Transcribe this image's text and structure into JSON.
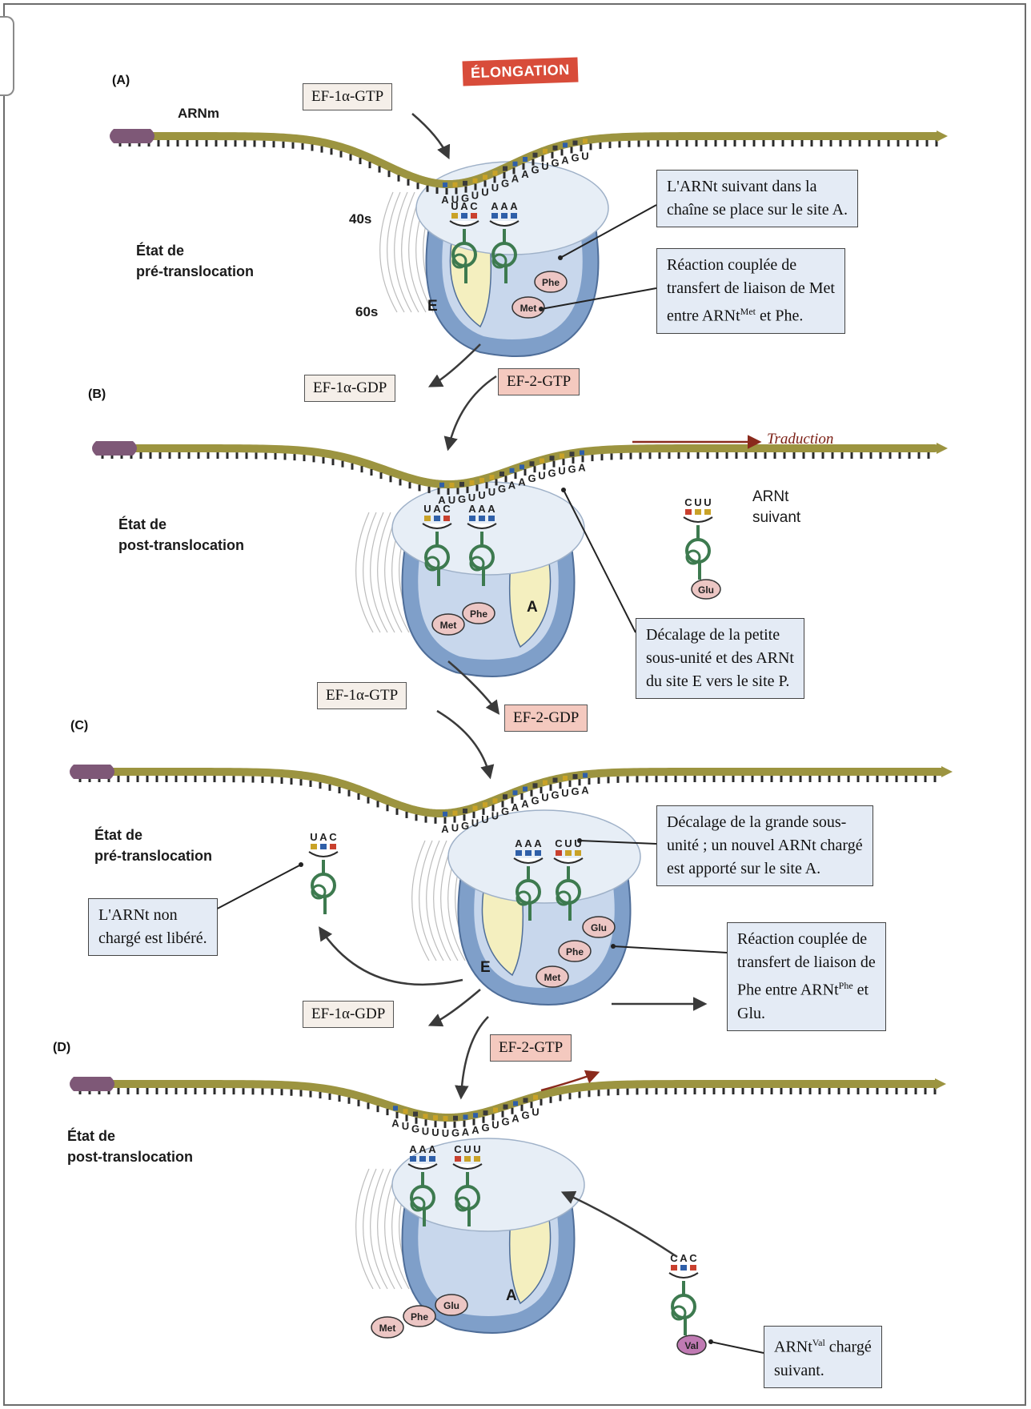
{
  "title": "ÉLONGATION",
  "panels": {
    "A": {
      "label": "(A)",
      "state_line1": "État de",
      "state_line2": "pré-translocation"
    },
    "B": {
      "label": "(B)",
      "state_line1": "État de",
      "state_line2": "post-translocation"
    },
    "C": {
      "label": "(C)",
      "state_line1": "État de",
      "state_line2": "pré-translocation"
    },
    "D": {
      "label": "(D)",
      "state_line1": "État de",
      "state_line2": "post-translocation"
    }
  },
  "labels": {
    "mrna": "ARNm",
    "subunit_40s": "40s",
    "subunit_60s": "60s",
    "site_e": "E",
    "site_a": "A",
    "traduction": "Traduction",
    "next_trna_line1": "ARNt",
    "next_trna_line2": "suivant"
  },
  "factors": {
    "a_ef1_gtp": "EF-1α-GTP",
    "ab_ef1_gdp": "EF-1α-GDP",
    "ab_ef2_gtp": "EF-2-GTP",
    "bc_ef1_gtp": "EF-1α-GTP",
    "bc_ef2_gdp": "EF-2-GDP",
    "cd_ef1_gdp": "EF-1α-GDP",
    "cd_ef2_gtp": "EF-2-GTP"
  },
  "notes": {
    "a_next_trna": {
      "line1": "L'ARNt suivant dans  la",
      "line2": "chaîne se place sur le site A."
    },
    "a_reaction": {
      "line1": "Réaction couplée de",
      "line2": "transfert de liaison de Met",
      "line3_pre": "entre  ARNt",
      "line3_sup": "Met",
      "line3_post": " et Phe."
    },
    "b_shift": {
      "line1": "Décalage de la petite",
      "line2": "sous-unité et des ARNt",
      "line3": "du site E vers le site P."
    },
    "c_shift": {
      "line1": "Décalage de la grande sous-",
      "line2": "unité ; un nouvel ARNt chargé",
      "line3": "est apporté sur le site A."
    },
    "c_released": {
      "line1": "L'ARNt non",
      "line2": "chargé est libéré."
    },
    "c_reaction": {
      "line1": "Réaction couplée de",
      "line2": "transfert de liaison de",
      "line3_pre": "Phe entre ARNt",
      "line3_sup": "Phe",
      "line3_post": " et",
      "line4": "Glu."
    },
    "d_val": {
      "line1_pre": "ARNt",
      "line1_sup": "Val",
      "line1_post": " chargé",
      "line2": "suivant."
    }
  },
  "codons": {
    "a_mrna": "AUGUUUGAAGUGAGU",
    "a_anticodon_1": "UAC",
    "a_anticodon_2": "AAA",
    "b_mrna": "AUGUUUGAAGUGUGA",
    "b_anticodon_1": "UAC",
    "b_anticodon_2": "AAA",
    "b_next_anticodon": "CUU",
    "c_mrna": "AUGUUUGAAGUGUGA",
    "c_anticodon_1": "AAA",
    "c_anticodon_2": "CUU",
    "c_released_anticodon": "UAC",
    "d_mrna": "AUGUUUGAAGUGAGU",
    "d_anticodon_1": "AAA",
    "d_anticodon_2": "CUU",
    "d_next_anticodon": "CAC"
  },
  "amino_acids": {
    "met": "Met",
    "phe": "Phe",
    "glu": "Glu",
    "val": "Val"
  },
  "colors": {
    "mrna": "#9c9440",
    "mrna_cap": "#7e5877",
    "ribosome_small": "#e7eef6",
    "ribosome_large": "#7f9fc9",
    "site_fill": "#f4efbf",
    "trna": "#3d7a4f",
    "amino_acid": "#ecc6c4",
    "val": "#c07ab3",
    "elongation_bg": "#d84c3a",
    "note_bg": "#e4ebf5",
    "factor_pink": "#f4c9bf",
    "arrow": "#3a3a3a"
  }
}
